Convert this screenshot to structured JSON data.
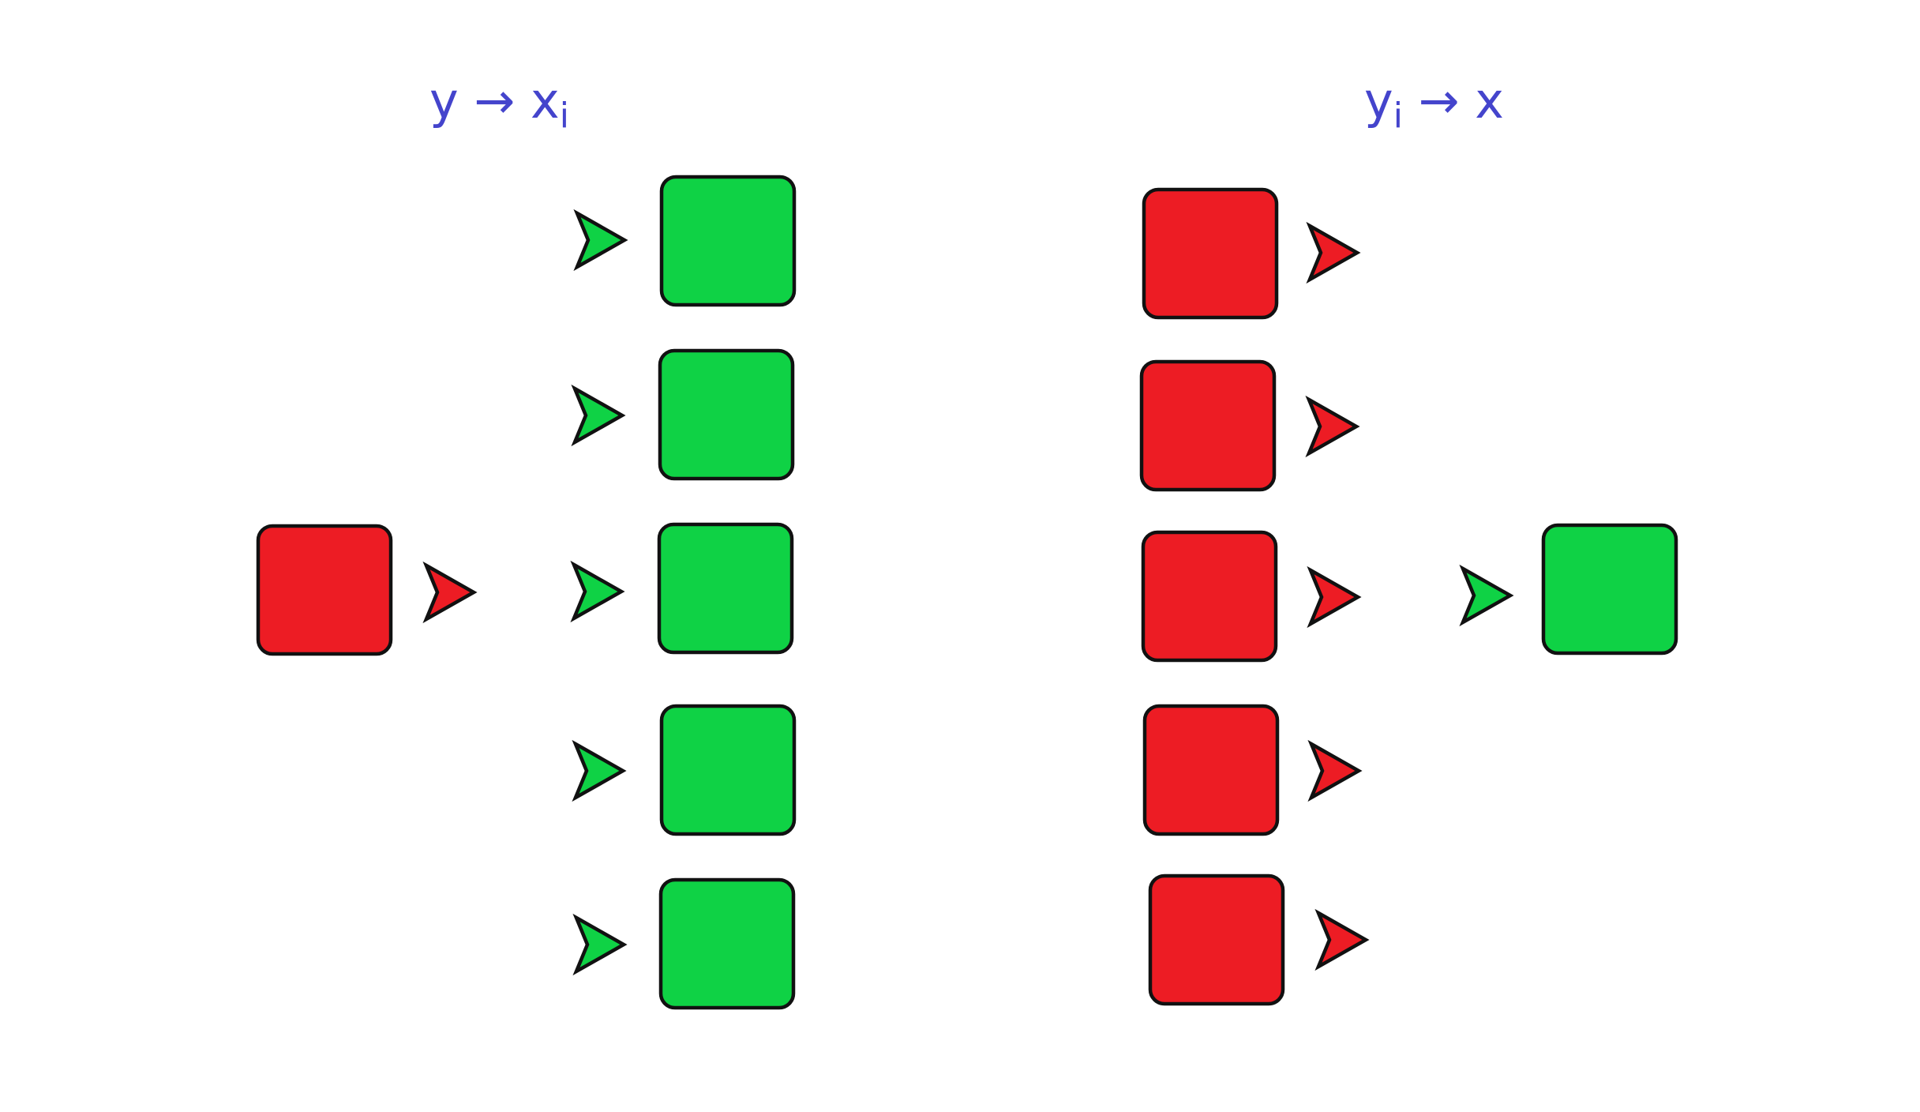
{
  "colors": {
    "red": "#ED1C24",
    "green": "#0FD245",
    "stroke": "#111111",
    "title": "#4444CC",
    "background": "#FFFFFF"
  },
  "left_panel": {
    "title": {
      "base": "y → x",
      "subscript": "i"
    },
    "source": {
      "color": "red",
      "arrow_color": "red"
    },
    "targets": [
      {
        "color": "green",
        "arrow_color": "green"
      },
      {
        "color": "green",
        "arrow_color": "green"
      },
      {
        "color": "green",
        "arrow_color": "green"
      },
      {
        "color": "green",
        "arrow_color": "green"
      },
      {
        "color": "green",
        "arrow_color": "green"
      }
    ]
  },
  "right_panel": {
    "title": {
      "base_before": "y",
      "subscript": "i",
      "base_after": " → x"
    },
    "sources": [
      {
        "color": "red",
        "arrow_color": "red"
      },
      {
        "color": "red",
        "arrow_color": "red"
      },
      {
        "color": "red",
        "arrow_color": "red"
      },
      {
        "color": "red",
        "arrow_color": "red"
      },
      {
        "color": "red",
        "arrow_color": "red"
      }
    ],
    "target": {
      "color": "green",
      "arrow_color": "green"
    }
  }
}
